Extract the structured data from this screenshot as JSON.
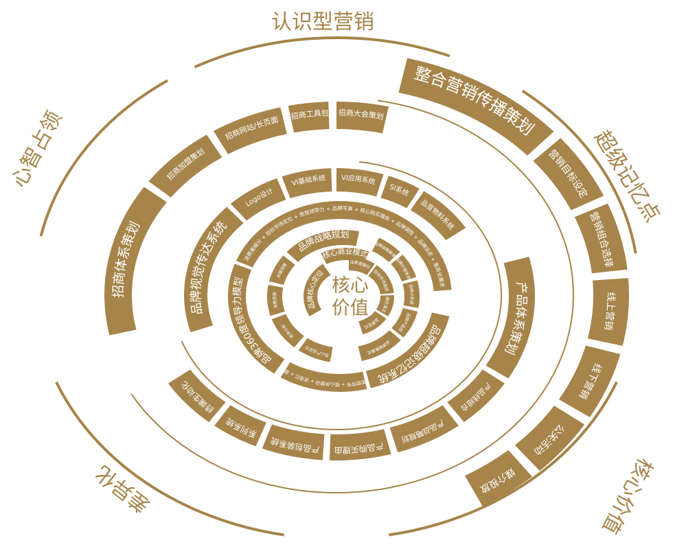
{
  "colors": {
    "accent": "#a6844a",
    "background": "#ffffff",
    "label_text": "#ffffff"
  },
  "outer_labels": [
    "认识型营销",
    "超级记忆点",
    "核心价值",
    "差异化",
    "心智占领"
  ],
  "core": {
    "line1": "核心",
    "line2": "价值"
  },
  "rings": [
    {
      "id": "integrated-marketing",
      "segments": [
        "整合营销传播策划",
        "营销目标设定",
        "营销组合选择",
        "线上营销",
        "线下营销",
        "公关活动",
        "媒介投放"
      ]
    },
    {
      "id": "investment",
      "segments": [
        "招商体系策划",
        "招商加盟策划",
        "招商网站/长页面",
        "招商工具包",
        "招商大会策划"
      ]
    },
    {
      "id": "product",
      "segments": [
        "产品体系策划",
        "产品线组合",
        "产品战略规划",
        "产品购买理由",
        "产品包装系统",
        "系列系统",
        "终端生动化"
      ]
    },
    {
      "id": "visual",
      "segments": [
        "品牌视觉传达系统",
        "Logo设计",
        "VI基础系统",
        "VI应用系统",
        "SI系统",
        "品宣物料系统"
      ]
    },
    {
      "id": "brand-memory",
      "segments": [
        "品牌超级记忆系统",
        "品牌视觉符号 + 核心关键词 + 谚语打 + 超级话",
        "品牌360度领导力模型",
        "消费者细分 + 目标市场定位 + 思想领导力 + 品牌写真 + 核心购买理由 + 品牌调性 + 品牌诉求 + 差异化需求"
      ]
    },
    {
      "id": "strategy",
      "segments": [
        "品牌战略规划",
        "品牌战略解读",
        "品牌价值体系",
        "品牌VI系统",
        "品牌产品线",
        "品牌销售模式",
        "核心产品定位",
        "竞争分析",
        "消费洞察",
        "关键洞察"
      ]
    },
    {
      "id": "business-model",
      "segments": [
        "核心商业模式"
      ]
    },
    {
      "id": "core-ring",
      "segments": [
        "品牌核心定位",
        "消费者细分",
        "目标市场选择",
        "品牌价值主张",
        "品牌定位"
      ]
    }
  ]
}
